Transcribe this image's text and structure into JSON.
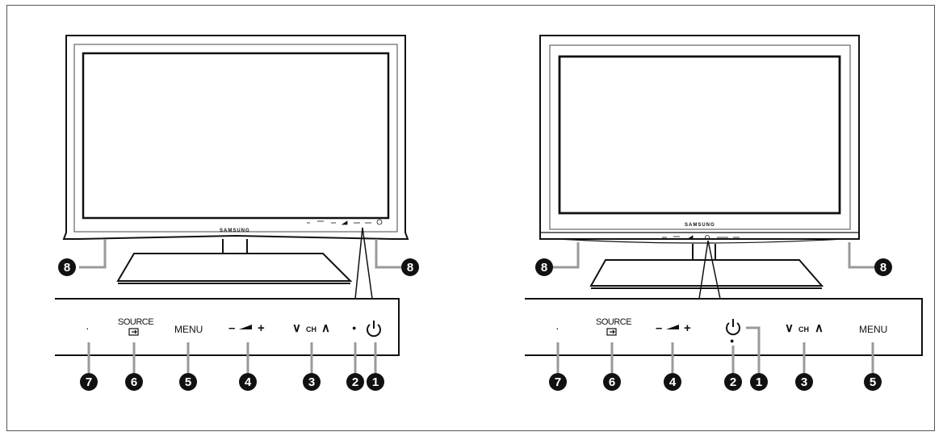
{
  "brand_left": "SAMSUNG",
  "brand_right": "SAMSUNG",
  "left_panel": {
    "source_label": "SOURCE",
    "menu_label": "MENU",
    "ch_label": "CH",
    "vol_minus": "–",
    "vol_plus": "+",
    "ch_down": "∨",
    "ch_up": "∧",
    "sensor_dot": "·",
    "led_dot": "●"
  },
  "right_panel": {
    "source_label": "SOURCE",
    "menu_label": "MENU",
    "ch_label": "CH",
    "vol_minus": "–",
    "vol_plus": "+",
    "ch_down": "∨",
    "ch_up": "∧",
    "sensor_dot": "·",
    "led_dot": "●"
  },
  "callouts": {
    "left": [
      "8",
      "8",
      "7",
      "6",
      "5",
      "4",
      "3",
      "2",
      "1"
    ],
    "right": [
      "8",
      "8",
      "7",
      "6",
      "4",
      "2",
      "1",
      "3",
      "5"
    ]
  },
  "colors": {
    "line": "#111111",
    "leader": "#9a9a9a",
    "bezel": "#4a4a4a",
    "callout_bg": "#111111"
  }
}
